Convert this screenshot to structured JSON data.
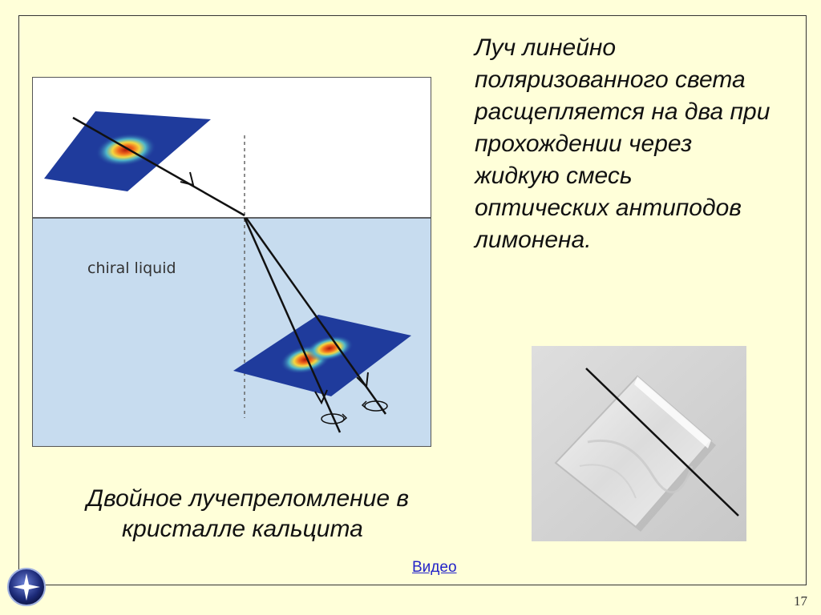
{
  "slide": {
    "description_lines": [
      "Луч линейно",
      "поляризованного света",
      "расщепляется на два при",
      "прохождении через",
      "жидкую смесь",
      "оптических антиподов",
      "лимонена."
    ],
    "caption_lines": [
      "Двойное лучепреломление в",
      "кристалле кальцита"
    ],
    "video_link": "Видео",
    "page_number": "17"
  },
  "figure": {
    "liquid_label": "chiral liquid"
  },
  "colors": {
    "background": "#ffffd9",
    "liquid": "#c7dcef",
    "plane": "#1f3b9c",
    "link": "#2323c8"
  }
}
